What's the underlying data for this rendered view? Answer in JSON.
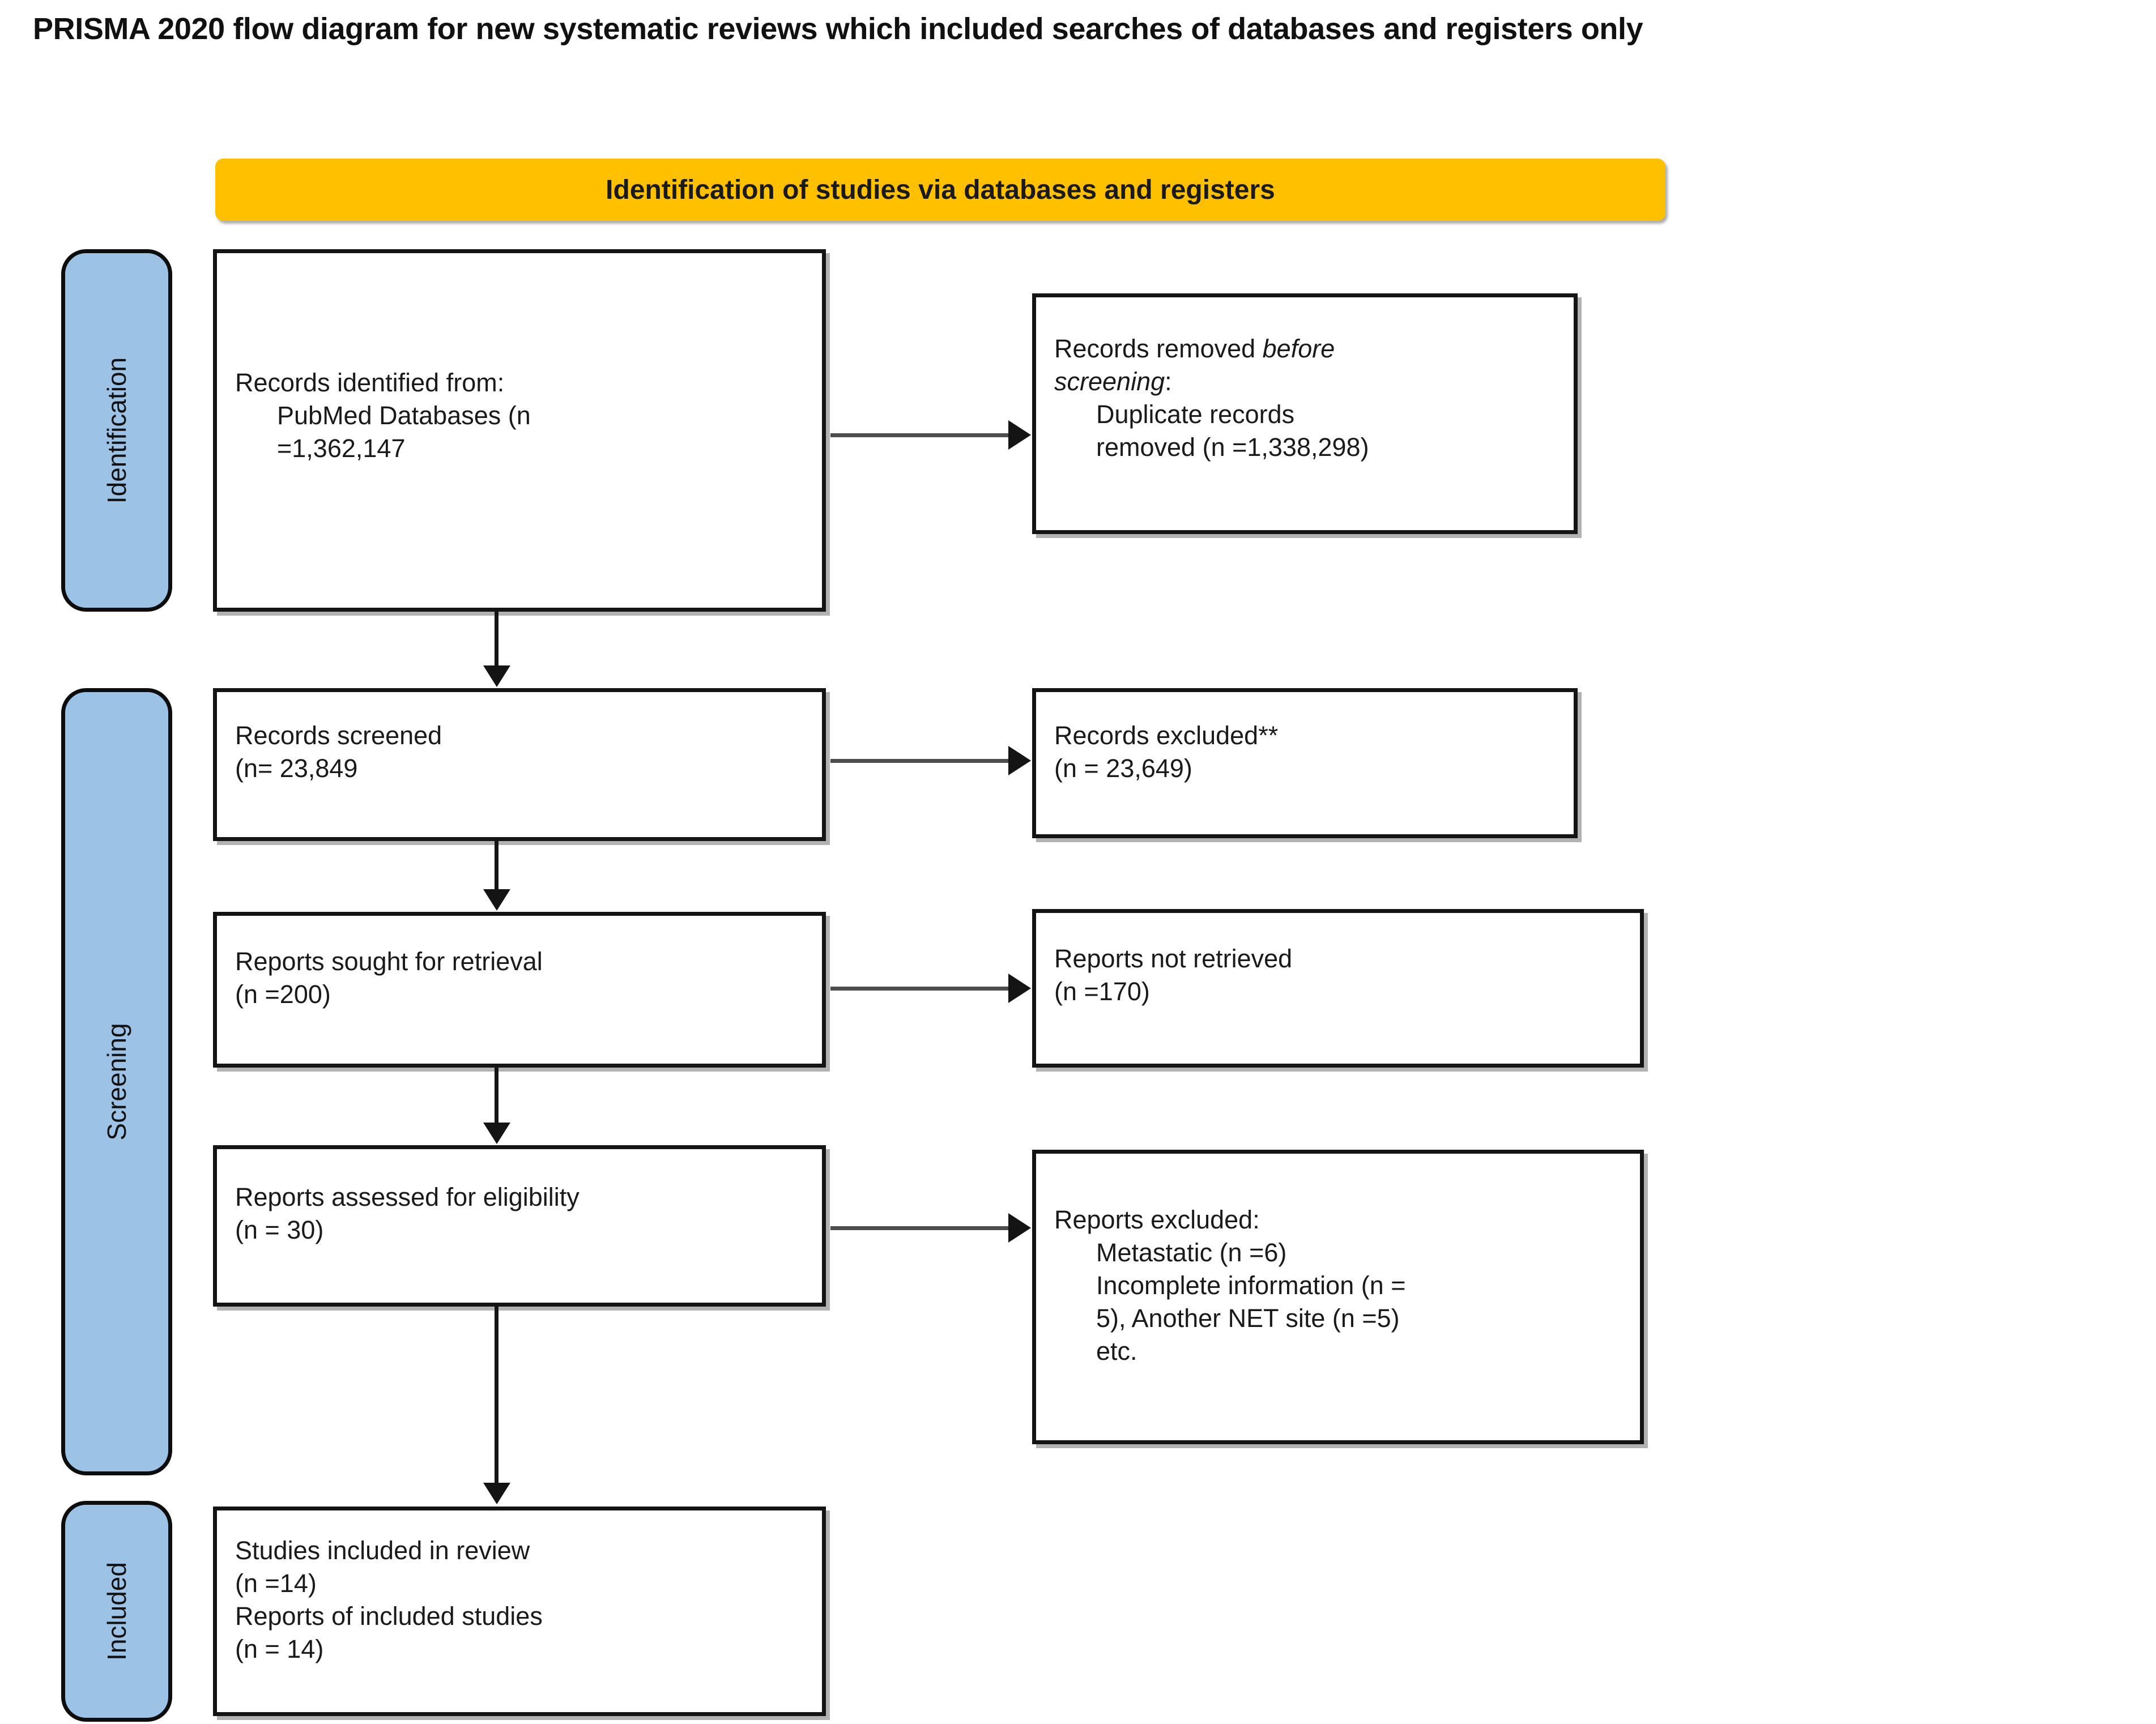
{
  "page": {
    "title": "PRISMA 2020 flow diagram for new systematic reviews which included searches of databases and registers only"
  },
  "colors": {
    "header_bar": "#FFC000",
    "stage_bar": "#9CC3E5",
    "box_border": "#141414",
    "text": "#1a1a1a",
    "background": "#ffffff"
  },
  "header": {
    "identification_label": "Identification of studies via databases and registers"
  },
  "stages": [
    {
      "id": "identification",
      "label": "Identification"
    },
    {
      "id": "screening",
      "label": "Screening"
    },
    {
      "id": "included",
      "label": "Included"
    }
  ],
  "boxes": {
    "records_identified": {
      "line1": "Records identified from:",
      "line2": "PubMed Databases (n",
      "line3": "=1,362,147"
    },
    "records_removed": {
      "line1_prefix": "Records removed ",
      "line1_italic": "before",
      "line2_italic": "screening",
      "line2_suffix": ":",
      "line3": "Duplicate records",
      "line4": "removed (n =1,338,298)"
    },
    "records_screened": {
      "line1": "Records screened",
      "line2": "(n= 23,849"
    },
    "records_excluded": {
      "line1": "Records excluded**",
      "line2": "(n = 23,649)"
    },
    "reports_sought": {
      "line1": "Reports sought for retrieval",
      "line2": "(n =200)"
    },
    "reports_not_retrieved": {
      "line1": "Reports not retrieved",
      "line2": "(n =170)"
    },
    "reports_assessed": {
      "line1": "Reports assessed for eligibility",
      "line2": "(n = 30)"
    },
    "reports_excluded": {
      "line1": "Reports excluded:",
      "line2": "Metastatic (n =6)",
      "line3": "Incomplete information (n =",
      "line4": "5), Another NET site (n =5)",
      "line5": "etc."
    },
    "studies_included": {
      "line1": "Studies included in review",
      "line2": "(n =14)",
      "line3": "Reports of included studies",
      "line4": "(n = 14)"
    }
  },
  "flow": {
    "identified_count": 1362147,
    "duplicates_removed": 1338298,
    "screened": 23849,
    "excluded_at_screening": 23649,
    "sought_for_retrieval": 200,
    "not_retrieved": 170,
    "assessed_for_eligibility": 30,
    "excluded_metastatic": 6,
    "excluded_incomplete_information": 5,
    "excluded_another_net_site": 5,
    "studies_included": 14,
    "reports_of_included_studies": 14
  }
}
